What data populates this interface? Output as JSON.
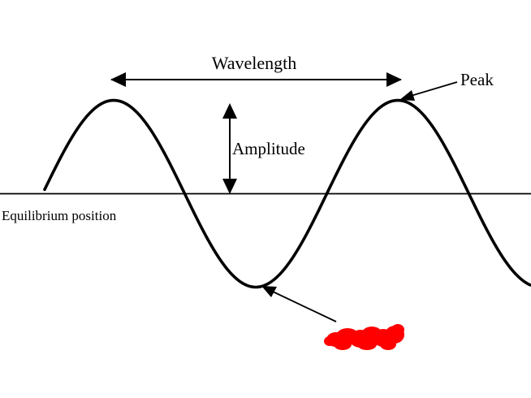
{
  "labels": {
    "wavelength": "Wavelength",
    "peak": "Peak",
    "amplitude": "Amplitude",
    "equilibrium": "Equilibrium position"
  },
  "colors": {
    "stroke": "#000000",
    "redaction": "#ff0000",
    "background": "#ffffff"
  }
}
